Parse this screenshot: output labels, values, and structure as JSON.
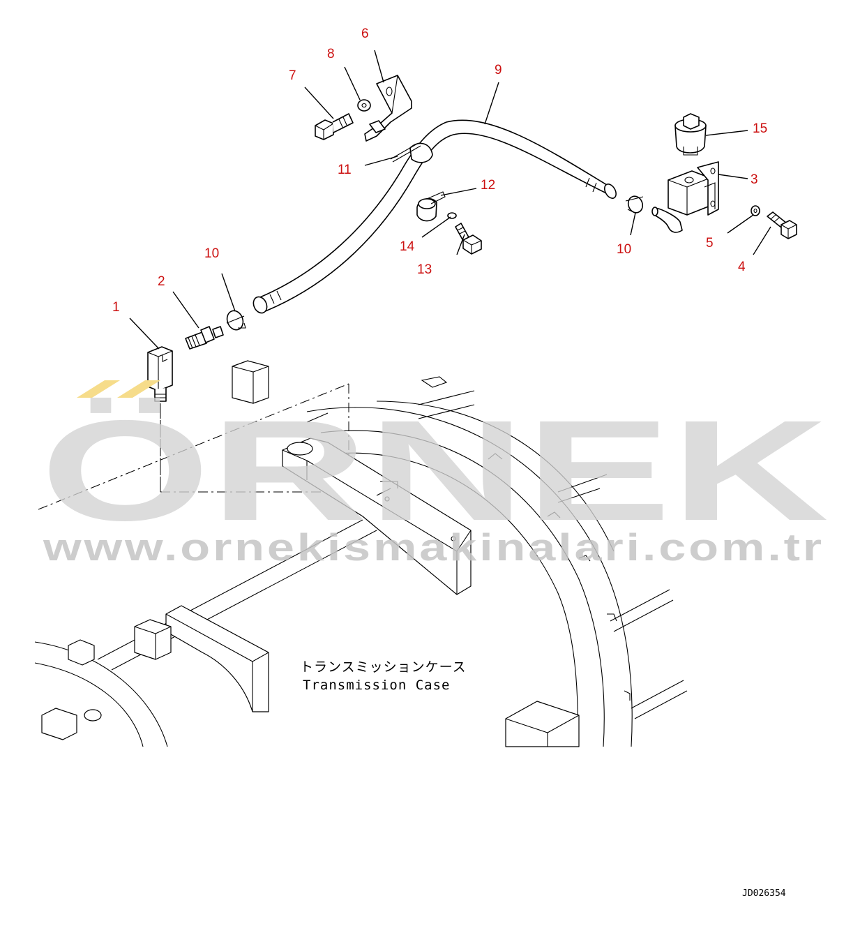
{
  "diagram": {
    "callouts": [
      {
        "id": "c1",
        "label": "1"
      },
      {
        "id": "c2",
        "label": "2"
      },
      {
        "id": "c3",
        "label": "3"
      },
      {
        "id": "c4",
        "label": "4"
      },
      {
        "id": "c5",
        "label": "5"
      },
      {
        "id": "c6",
        "label": "6"
      },
      {
        "id": "c7",
        "label": "7"
      },
      {
        "id": "c8",
        "label": "8"
      },
      {
        "id": "c9",
        "label": "9"
      },
      {
        "id": "c10a",
        "label": "10"
      },
      {
        "id": "c10b",
        "label": "10"
      },
      {
        "id": "c11",
        "label": "11"
      },
      {
        "id": "c12",
        "label": "12"
      },
      {
        "id": "c13",
        "label": "13"
      },
      {
        "id": "c14",
        "label": "14"
      },
      {
        "id": "c15",
        "label": "15"
      }
    ],
    "case_label_jp": "トランスミッションケース",
    "case_label_en": "Transmission Case",
    "drawing_code": "JD026354"
  },
  "watermark": {
    "brand": "ÖRNEK",
    "url": "www.ornekismakinalari.com.tr",
    "accent_color": "#f6dc8a"
  }
}
